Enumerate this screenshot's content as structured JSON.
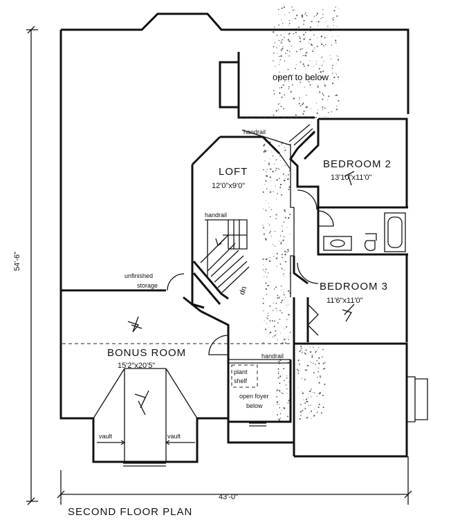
{
  "plan": {
    "title": "SECOND FLOOR PLAN",
    "dim_width": "43'-0\"",
    "dim_depth": "54'-6\""
  },
  "rooms": {
    "open_to_below": "open to below",
    "loft": {
      "name": "LOFT",
      "size": "12'0\"x9'0\""
    },
    "bedroom2": {
      "name": "BEDROOM 2",
      "size": "13'10\"x11'0\""
    },
    "bedroom3": {
      "name": "BEDROOM 3",
      "size": "11'6\"x11'0\""
    },
    "bonus": {
      "name": "BONUS ROOM",
      "size": "15'2\"x20'5\""
    },
    "unfinished_storage": [
      "unfinished",
      "storage"
    ],
    "plant_shelf": [
      "plant",
      "shelf"
    ],
    "open_foyer": [
      "open foyer",
      "below"
    ]
  },
  "notes": {
    "handrail_top": "handrail",
    "handrail_stair": "handrail",
    "handrail_foyer": "handrail",
    "stair_dn": "dn",
    "vault_left": "vault",
    "vault_right": "vault"
  },
  "colors": {
    "line": "#111111",
    "background": "#ffffff"
  }
}
